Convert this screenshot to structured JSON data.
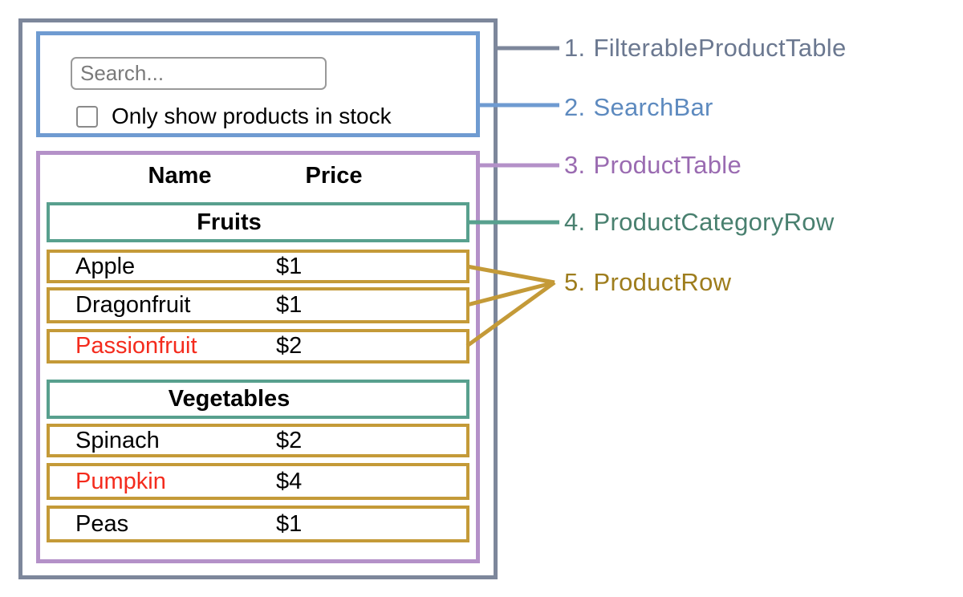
{
  "search_bar": {
    "search_placeholder": "Search...",
    "checkbox_label": "Only show products in stock",
    "checkbox_checked": false
  },
  "table": {
    "headers": {
      "name": "Name",
      "price": "Price"
    },
    "sections": [
      {
        "category": "Fruits",
        "rows": [
          {
            "name": "Apple",
            "price": "$1",
            "red": false
          },
          {
            "name": "Dragonfruit",
            "price": "$1",
            "red": false
          },
          {
            "name": "Passionfruit",
            "price": "$2",
            "red": true
          }
        ]
      },
      {
        "category": "Vegetables",
        "rows": [
          {
            "name": "Spinach",
            "price": "$2",
            "red": false
          },
          {
            "name": "Pumpkin",
            "price": "$4",
            "red": true
          },
          {
            "name": "Peas",
            "price": "$1",
            "red": false
          }
        ]
      }
    ]
  },
  "legend": [
    {
      "number": "1.",
      "label": "FilterableProductTable",
      "color": "#6b7890"
    },
    {
      "number": "2.",
      "label": "SearchBar",
      "color": "#5d8abf"
    },
    {
      "number": "3.",
      "label": "ProductTable",
      "color": "#9a6bb1"
    },
    {
      "number": "4.",
      "label": "ProductCategoryRow",
      "color": "#49806f"
    },
    {
      "number": "5.",
      "label": "ProductRow",
      "color": "#9e7d1d"
    }
  ],
  "colors": {
    "filterable_product_table_border": "#7d879b",
    "search_bar_border": "#6f9bd1",
    "product_table_border": "#b491c8",
    "product_category_row_border": "#58a08e",
    "product_row_border": "#c49a38",
    "red_product_text": "#f42b1d"
  }
}
